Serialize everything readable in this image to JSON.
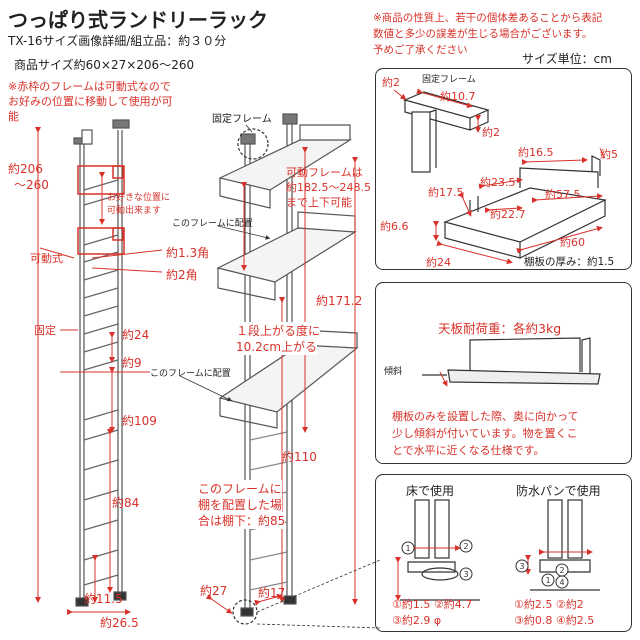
{
  "header": {
    "title": "つっぱり式ランドリーラック",
    "subtitle": "TX-16サイズ画像詳細/組立品：約３０分",
    "product_size": "商品サイズ約60×27×206〜260",
    "note_red_1": "※赤枠のフレームは可動式なので",
    "note_red_2": "お好みの位置に移動して使用が可",
    "note_red_3": "能",
    "disclaimer_1": "※商品の性質上、若干の個体差あることから表記",
    "disclaimer_2": "数値と多少の誤差が生じる場合がございます。",
    "disclaimer_3": "予めご了承ください",
    "unit": "サイズ単位：cm"
  },
  "left_figure": {
    "height_1": "約206",
    "height_2": "〜260",
    "movable_note_1": "お好きな位置に",
    "movable_note_2": "可動出来ます",
    "movable_label": "可動式",
    "fixed_label": "固定",
    "dim_1_3": "約1.3角",
    "dim_2": "約2角",
    "dim_24": "約24",
    "dim_9": "約9",
    "dim_109": "約109",
    "dim_84": "約84",
    "dim_11_5": "約11.5",
    "dim_26_5": "約26.5"
  },
  "middle_figure": {
    "fixed_frame": "固定フレーム",
    "frame_place_1": "このフレームに配置",
    "frame_place_2": "このフレームに配置",
    "movable_frame_1": "可動フレームは",
    "movable_frame_2": "約182.5〜248.5",
    "movable_frame_3": "まで上下可能",
    "step_1": "１段上がる度に",
    "step_2": "10.2cm上がる",
    "dim_171_2": "約171.2",
    "dim_110": "約110",
    "bottom_note_1": "このフレームに",
    "bottom_note_2": "棚を配置した場",
    "bottom_note_3": "合は棚下：約85",
    "dim_27": "約27",
    "dim_17": "約17"
  },
  "detail_box_1": {
    "fixed_frame": "固定フレーム",
    "dim_2a": "約2",
    "dim_10_7": "約10.7",
    "dim_2b": "約2",
    "dim_16_5": "約16.5",
    "dim_5": "約5",
    "dim_23_5": "約23.5",
    "dim_17_5": "約17.5",
    "dim_57_5": "約57.5",
    "dim_22_7": "約22.7",
    "dim_6_6": "約6.6",
    "dim_60": "約60",
    "dim_24": "約24",
    "shelf_thickness": "棚板の厚み：約1.5"
  },
  "detail_box_2": {
    "load": "天板耐荷重：各約3kg",
    "tilt": "傾斜",
    "desc_1": "棚板のみを設置した際、奥に向かって",
    "desc_2": "少し傾斜が付いています。物を置くこ",
    "desc_3": "とで水平に近くなる仕様です。"
  },
  "detail_box_3": {
    "floor_title": "床で使用",
    "pan_title": "防水パンで使用",
    "floor_dims_1": "①約1.5 ②約4.7",
    "floor_dims_2": "③約2.9 φ",
    "pan_dims_1": "①約2.5 ②約2",
    "pan_dims_2": "③約0.8 ④約2.5"
  },
  "colors": {
    "accent_red": "#d8322a",
    "line_dark": "#333333",
    "frame_gray": "#888888"
  }
}
